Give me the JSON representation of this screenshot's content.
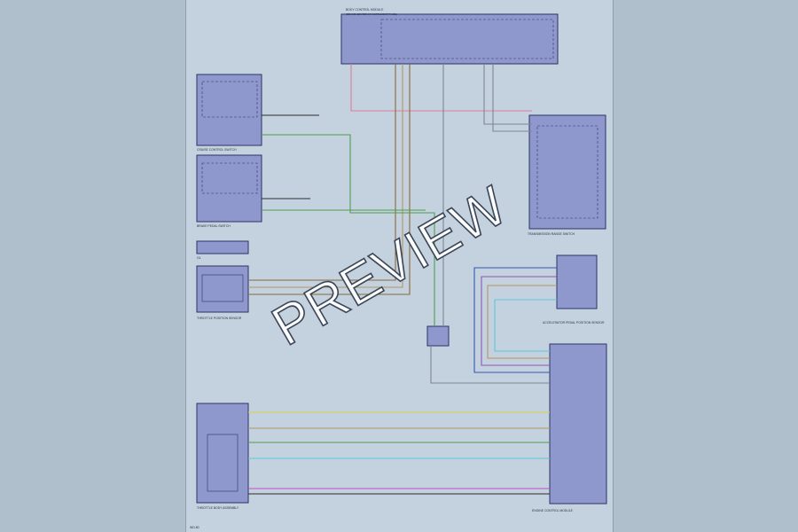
{
  "watermark": "PREVIEW",
  "colors": {
    "background": "#afbfcb",
    "sheet": "#c3d2de",
    "module_fill": "#8f98cc",
    "module_stroke": "#2b3266",
    "wire_pink": "#e07aa0",
    "wire_brown": "#8a6a3a",
    "wire_tan": "#b69462",
    "wire_green": "#4f9f4f",
    "wire_gray": "#7d8795",
    "wire_yellow": "#d8d04a",
    "wire_blue": "#3656b0",
    "wire_violet": "#8f57b5",
    "wire_cyan": "#5ec6d8",
    "wire_magenta": "#c24fc8",
    "wire_black": "#2d2d2d"
  },
  "labels": {
    "top_module": "BODY CONTROL MODULE",
    "top_module_note": "(BEHIND CENTER OF INSTRUMENT PANEL)",
    "left_switch_1": "CRUISE CONTROL SWITCH",
    "left_switch_2": "BRAKE PEDAL SWITCH",
    "right_switch": "TRANSMISSION RANGE SWITCH",
    "right_module": "ENGINE CONTROL MODULE",
    "right_sensor": "ACCELERATOR PEDAL POSITION SENSOR",
    "left_sensor": "THROTTLE POSITION SENSOR",
    "bottom_sensor": "THROTTLE BODY ASSEMBLY",
    "ground": "G1",
    "page_ref": "WD-80"
  }
}
